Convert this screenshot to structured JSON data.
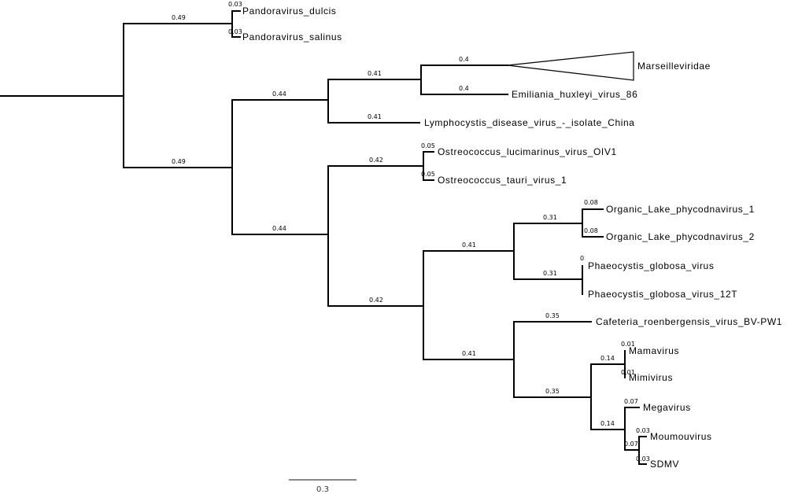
{
  "tree": {
    "leaves": [
      {
        "name": "Pandoravirus_dulcis"
      },
      {
        "name": "Pandoravirus_salinus"
      },
      {
        "name": "Marseilleviridae"
      },
      {
        "name": "Emiliania_huxleyi_virus_86"
      },
      {
        "name": "Lymphocystis_disease_virus_-_isolate_China"
      },
      {
        "name": "Ostreococcus_lucimarinus_virus_OIV1"
      },
      {
        "name": "Ostreococcus_tauri_virus_1"
      },
      {
        "name": "Organic_Lake_phycodnavirus_1"
      },
      {
        "name": "Organic_Lake_phycodnavirus_2"
      },
      {
        "name": "Phaeocystis_globosa_virus"
      },
      {
        "name": "Phaeocystis_globosa_virus_12T"
      },
      {
        "name": "Cafeteria_roenbergensis_virus_BV-PW1"
      },
      {
        "name": "Mamavirus"
      },
      {
        "name": "Mimivirus"
      },
      {
        "name": "Megavirus"
      },
      {
        "name": "Moumouvirus"
      },
      {
        "name": "SDMV"
      }
    ],
    "branch_lengths": [
      "0.49",
      "0.03",
      "0.03",
      "0.49",
      "0.44",
      "0.41",
      "0.4",
      "0.4",
      "0.41",
      "0.44",
      "0.42",
      "0.05",
      "0.05",
      "0.42",
      "0.41",
      "0.31",
      "0.08",
      "0.08",
      "0.31",
      "0",
      "0.41",
      "0.35",
      "0.35",
      "0.14",
      "0.01",
      "0.01",
      "0.14",
      "0.07",
      "0.07",
      "0.03",
      "0.03"
    ],
    "collapsed_clade": "Marseilleviridae"
  },
  "scale_bar": {
    "label": "0.3"
  }
}
